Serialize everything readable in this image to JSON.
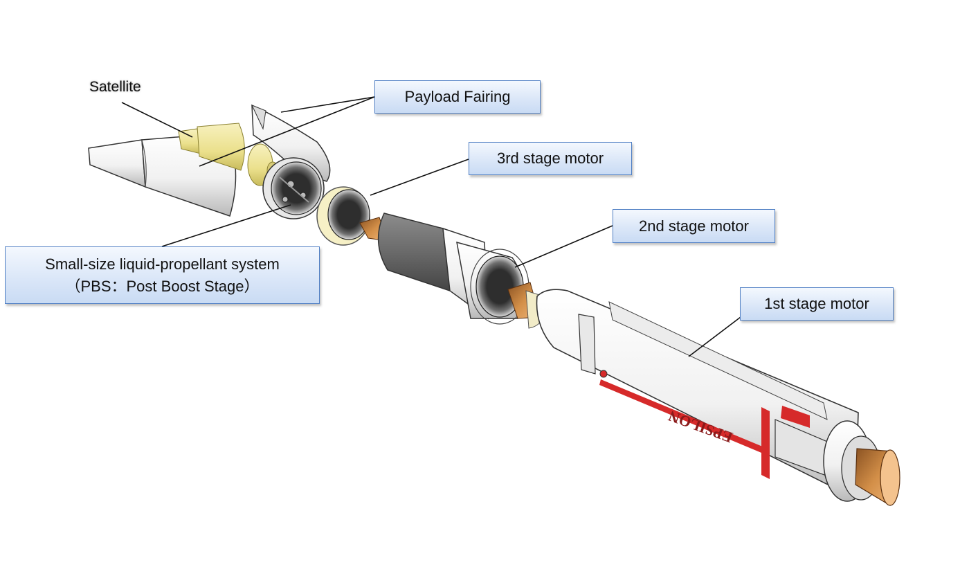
{
  "labels": {
    "satellite": "Satellite",
    "payload_fairing": "Payload Fairing",
    "third_stage": "3rd stage motor",
    "second_stage": "2nd stage motor",
    "first_stage": "1st stage motor",
    "pbs_line1": "Small-size liquid-propellant system",
    "pbs_line2": "（PBS：Post Boost Stage）",
    "body_marking": "EPSILON"
  },
  "colors": {
    "callout_border": "#4f7fc4",
    "satellite_yellow": "#ede49a",
    "nozzle_copper": "#c9833f",
    "stripe_red": "#d62a2a",
    "body_white": "#f4f4f4",
    "dark_gray": "#5a5a5a"
  }
}
